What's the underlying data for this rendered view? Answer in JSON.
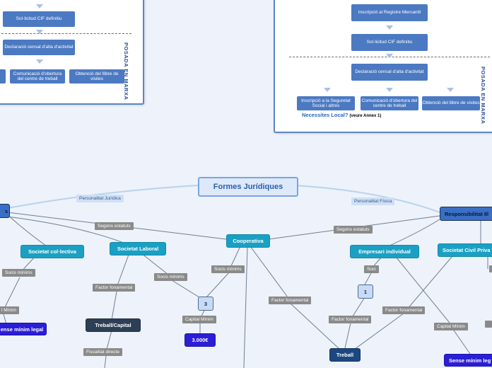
{
  "panel_left": {
    "box_cif": "Sol·licitud CIF definitiu",
    "box_censal": "Declaració censal d'alta d'activitat",
    "box_obertura": "Comunicació d'obertura del centre de treball",
    "box_llibre": "Obtenció del llibre de visites",
    "side_label": "POSADA EN MARXA"
  },
  "panel_right": {
    "box_registre": "Inscripció al Registre Mercantil",
    "box_cif": "Sol·licitud CIF definitiu",
    "box_censal": "Declaració censal d'alta d'activitat",
    "box_seguretat": "Inscripció a la Seguretat Social i altres",
    "box_obertura": "Comunicació d'obertura del centre de treball",
    "box_llibre": "Obtenció del llibre de visites",
    "note": "Necessites Local?",
    "note_suffix": "(veure Annex 1)",
    "side_label": "POSADA EN MARXA"
  },
  "map": {
    "central": "Formes Jurídiques",
    "tag_pj": "Personalitat Jurídica",
    "tag_pf": "Personalitat Física",
    "node_left_partial": "s",
    "tag_estatuts_left": "Segons estatuts",
    "tag_estatuts_right": "Segons estatuts",
    "cooperativa": "Cooperativa",
    "societat_colectiva": "Societat col·lectiva",
    "societat_laboral": "Societat Laboral",
    "empresari_individual": "Empresari individual",
    "societat_civil": "Societat Civil Priva",
    "responsabilitat": "Responsibilitat Ill",
    "tag_socis_colectiva": "Socis mínims",
    "tag_capital_minim_left": "l Mínim",
    "sense_minim_left": "ense mínim legal",
    "tag_factor_laboral": "Factor fonamental",
    "treball_capital": "Treball/Capital",
    "tag_fiscalitat": "Fiscalitat directe",
    "tag_socis_laboral": "Socis mínims",
    "num_3": "3",
    "tag_capital_minim_coop": "Capital Mínim",
    "capital_3000": "3.000€",
    "tag_socis_coop": "Socis mínims",
    "tag_factor_coop": "Factor fonamental",
    "tag_soci": "Soci",
    "num_1": "1",
    "tag_factor_empresari": "Factor fonamental",
    "treball": "Treball",
    "tag_factor_civil": "Factor fonamental",
    "tag_capital_minim_right": "Capital Mínim",
    "sense_minim_right": "Sense mínim leg"
  }
}
